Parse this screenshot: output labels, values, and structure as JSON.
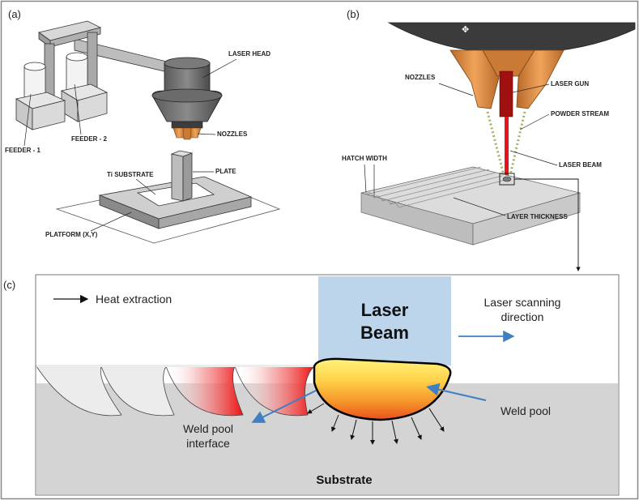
{
  "panel_a": {
    "tag": "(a)",
    "labels": {
      "laser_head": "LASER HEAD",
      "nozzles": "NOZZLES",
      "feeder1": "FEEDER - 1",
      "feeder2": "FEEDER - 2",
      "ti_substrate": "Ti SUBSTRATE",
      "plate": "PLATE",
      "platform": "PLATFORM (X,Y)"
    }
  },
  "panel_b": {
    "tag": "(b)",
    "labels": {
      "nozzles": "NOZZLES",
      "laser_gun": "LASER GUN",
      "powder_stream": "POWDER STREAM",
      "laser_beam": "LASER BEAM",
      "hatch_width": "HATCH WIDTH",
      "layer_thickness": "LAYER THICKNESS"
    }
  },
  "panel_c": {
    "tag": "(c)",
    "heat_extraction": "Heat extraction",
    "laser_beam_line1": "Laser",
    "laser_beam_line2": "Beam",
    "scan_line1": "Laser scanning",
    "scan_line2": "direction",
    "weld_pool": "Weld pool",
    "interface_line1": "Weld pool",
    "interface_line2": "interface",
    "substrate": "Substrate"
  },
  "colors": {
    "beam_fill": "#bcd5ea",
    "laser_red": "#e8141c",
    "nozzle_orange": "#d98a3a",
    "substrate_grey": "#d4d4d4",
    "arrow_blue": "#3f7fc2",
    "pool_yellow": "#ffe96a",
    "pool_orange": "#f39a22"
  }
}
